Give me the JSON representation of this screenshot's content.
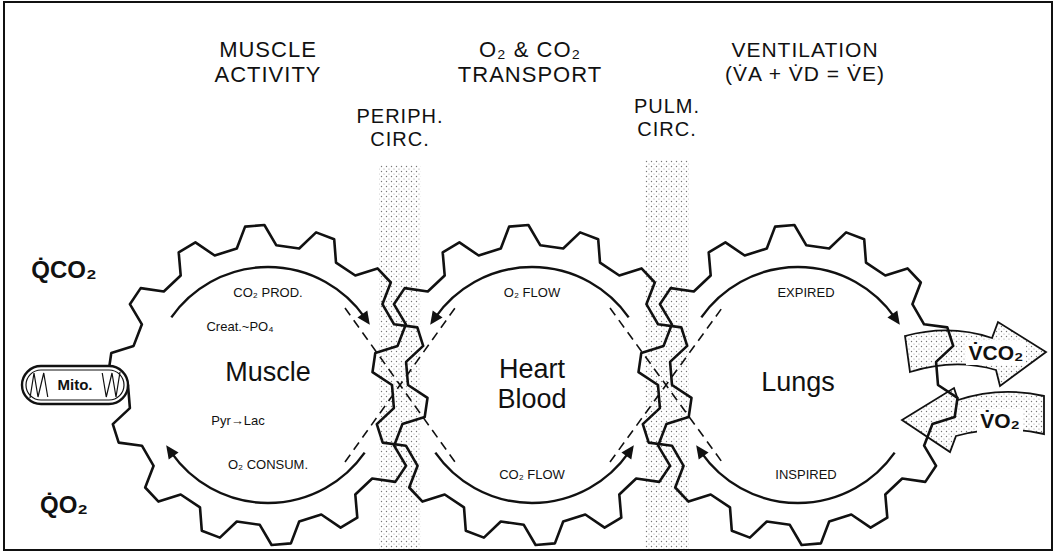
{
  "diagram": {
    "nodes": [
      {
        "text": [
          "Mito."
        ]
      },
      {
        "text": [
          "CO₂ PROD.",
          "Creat.~PO₄",
          "Muscle",
          "Pyr→Lac",
          "O₂ CONSUM."
        ]
      },
      {
        "text": [
          "O₂ FLOW",
          "Heart Blood",
          "CO₂ FLOW"
        ]
      },
      {
        "text": [
          "EXPIRED",
          "Lungs",
          "INSPIRED"
        ]
      }
    ],
    "labels": [
      "MUSCLE ACTIVITY",
      "O₂ & CO₂ TRANSPORT",
      "VENTILATION (V̇A + V̇D = V̇E)",
      "PERIPH. CIRC.",
      "PULM. CIRC.",
      "Q̇CO₂",
      "Q̇O₂",
      "V̇CO₂",
      "V̇O₂"
    ]
  }
}
